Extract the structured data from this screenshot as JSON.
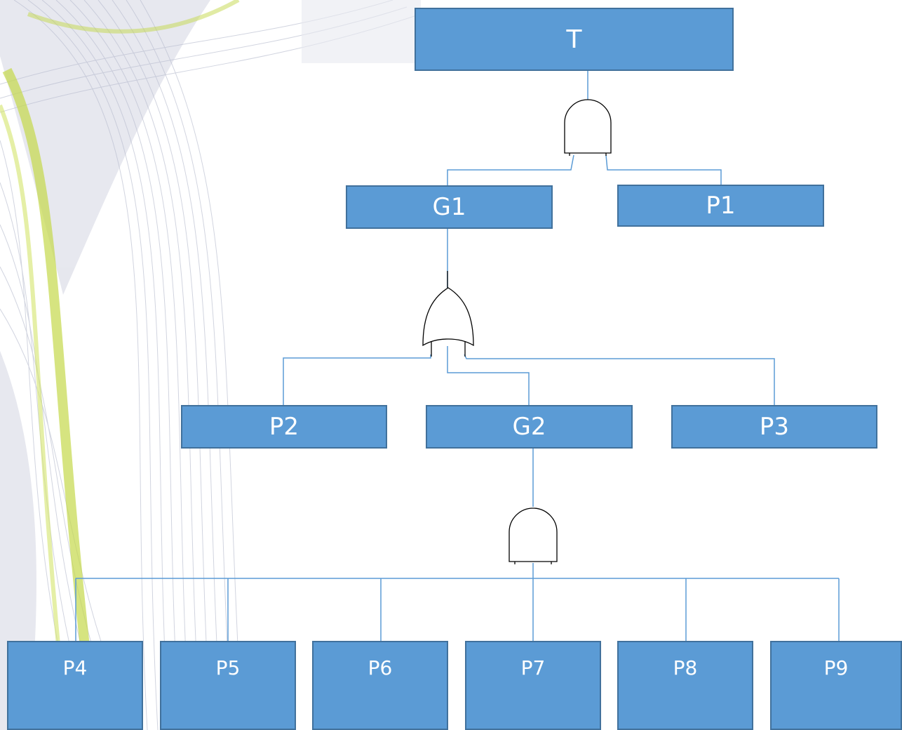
{
  "diagram": {
    "nodes": {
      "T": "T",
      "G1": "G1",
      "P1": "P1",
      "P2": "P2",
      "G2": "G2",
      "P3": "P3",
      "P4": "P4",
      "P5": "P5",
      "P6": "P6",
      "P7": "P7",
      "P8": "P8",
      "P9": "P9"
    },
    "gates": [
      {
        "id": "gate-1",
        "type": "AND",
        "output": "T",
        "inputs": [
          "G1",
          "P1"
        ]
      },
      {
        "id": "gate-2",
        "type": "OR",
        "output": "G1",
        "inputs": [
          "P2",
          "G2",
          "P3"
        ]
      },
      {
        "id": "gate-3",
        "type": "AND",
        "output": "G2",
        "inputs": [
          "P4",
          "P5",
          "P6",
          "P7",
          "P8",
          "P9"
        ]
      }
    ],
    "colors": {
      "box_fill": "#5b9bd5",
      "box_border": "#41719c",
      "connector": "#5b9bd5",
      "gate_stroke": "#000000",
      "text": "#ffffff"
    }
  }
}
